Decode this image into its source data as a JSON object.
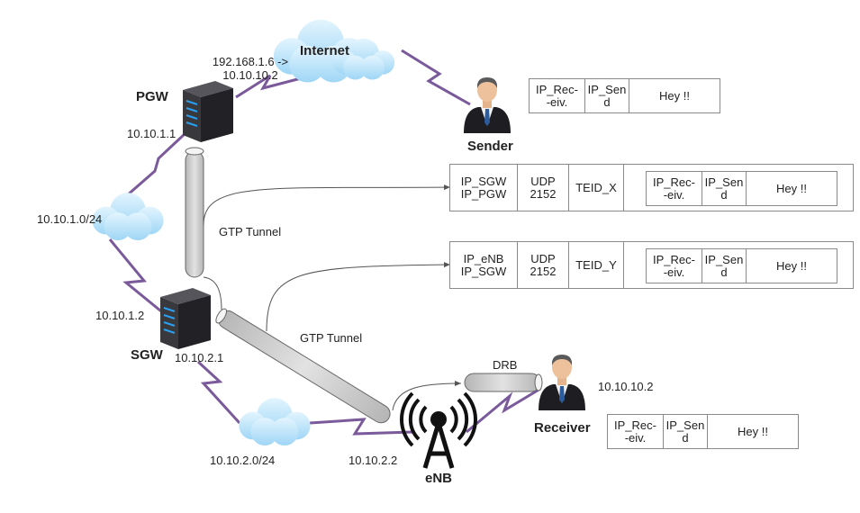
{
  "nodes": {
    "internet": "Internet",
    "pgw": "PGW",
    "sgw": "SGW",
    "sender": "Sender",
    "receiver": "Receiver",
    "enb": "eNB"
  },
  "addresses": {
    "nat_line1": "192.168.1.6 ->",
    "nat_line2": "10.10.10.2",
    "pgw_ip": "10.10.1.1",
    "net1": "10.10.1.0/24",
    "sgw_ip1": "10.10.1.2",
    "sgw_ip2": "10.10.2.1",
    "net2": "10.10.2.0/24",
    "enb_ip": "10.10.2.2",
    "receiver_ip": "10.10.10.2"
  },
  "tunnels": {
    "gtp1": "GTP Tunnel",
    "gtp2": "GTP Tunnel",
    "drb": "DRB"
  },
  "packets": {
    "top": {
      "dst": [
        "IP_Rec-",
        "-eiv."
      ],
      "src": [
        "IP_Sen",
        "d"
      ],
      "payload": "Hey !!"
    },
    "gtp_pgw": {
      "outer": [
        "IP_SGW",
        "IP_PGW"
      ],
      "udp": [
        "UDP",
        "2152"
      ],
      "teid": "TEID_X",
      "inner": {
        "dst": [
          "IP_Rec-",
          "-eiv."
        ],
        "src": [
          "IP_Sen",
          "d"
        ],
        "payload": "Hey !!"
      }
    },
    "gtp_sgw": {
      "outer": [
        "IP_eNB",
        "IP_SGW"
      ],
      "udp": [
        "UDP",
        "2152"
      ],
      "teid": "TEID_Y",
      "inner": {
        "dst": [
          "IP_Rec-",
          "-eiv."
        ],
        "src": [
          "IP_Sen",
          "d"
        ],
        "payload": "Hey !!"
      }
    },
    "bottom": {
      "dst": [
        "IP_Rec-",
        "-eiv."
      ],
      "src": [
        "IP_Sen",
        "d"
      ],
      "payload": "Hey !!"
    }
  },
  "colors": {
    "link": "#7a5a9a",
    "cloud": "#bfe6fb",
    "server": "#2f2f33",
    "tunnel": "#cfcfcf"
  },
  "icons": [
    "cloud-icon",
    "server-icon",
    "person-icon",
    "antenna-tower-icon"
  ]
}
